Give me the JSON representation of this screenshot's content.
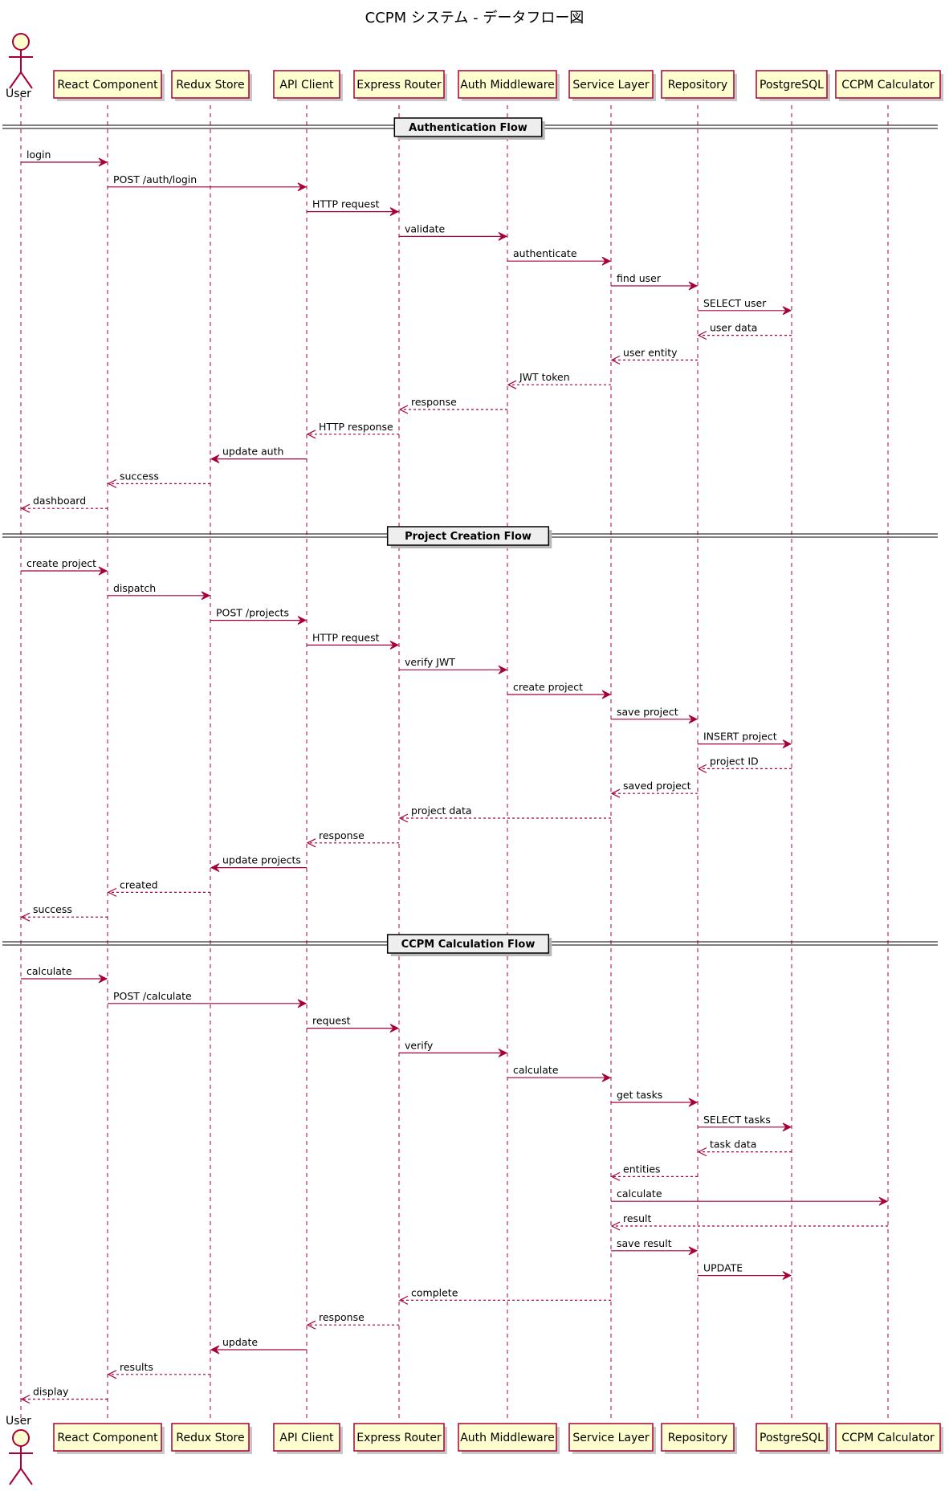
{
  "title": "CCPM システム - データフロー図",
  "participants": [
    {
      "id": "user",
      "label": "User",
      "kind": "actor"
    },
    {
      "id": "react",
      "label": "React Component",
      "kind": "box"
    },
    {
      "id": "redux",
      "label": "Redux Store",
      "kind": "box"
    },
    {
      "id": "api",
      "label": "API Client",
      "kind": "box"
    },
    {
      "id": "router",
      "label": "Express Router",
      "kind": "box"
    },
    {
      "id": "auth",
      "label": "Auth Middleware",
      "kind": "box"
    },
    {
      "id": "service",
      "label": "Service Layer",
      "kind": "box"
    },
    {
      "id": "repo",
      "label": "Repository",
      "kind": "box"
    },
    {
      "id": "pg",
      "label": "PostgreSQL",
      "kind": "box"
    },
    {
      "id": "calc",
      "label": "CCPM Calculator",
      "kind": "box"
    }
  ],
  "sections": [
    {
      "label": "Authentication Flow",
      "messages": [
        {
          "from": "user",
          "to": "react",
          "label": "login",
          "type": "call"
        },
        {
          "from": "react",
          "to": "api",
          "label": "POST /auth/login",
          "type": "call"
        },
        {
          "from": "api",
          "to": "router",
          "label": "HTTP request",
          "type": "call"
        },
        {
          "from": "router",
          "to": "auth",
          "label": "validate",
          "type": "call"
        },
        {
          "from": "auth",
          "to": "service",
          "label": "authenticate",
          "type": "call"
        },
        {
          "from": "service",
          "to": "repo",
          "label": "find user",
          "type": "call"
        },
        {
          "from": "repo",
          "to": "pg",
          "label": "SELECT user",
          "type": "call"
        },
        {
          "from": "pg",
          "to": "repo",
          "label": "user data",
          "type": "return"
        },
        {
          "from": "repo",
          "to": "service",
          "label": "user entity",
          "type": "return"
        },
        {
          "from": "service",
          "to": "auth",
          "label": "JWT token",
          "type": "return"
        },
        {
          "from": "auth",
          "to": "router",
          "label": "response",
          "type": "return"
        },
        {
          "from": "router",
          "to": "api",
          "label": "HTTP response",
          "type": "return"
        },
        {
          "from": "api",
          "to": "redux",
          "label": "update auth",
          "type": "call"
        },
        {
          "from": "redux",
          "to": "react",
          "label": "success",
          "type": "return"
        },
        {
          "from": "react",
          "to": "user",
          "label": "dashboard",
          "type": "return"
        }
      ]
    },
    {
      "label": "Project Creation Flow",
      "messages": [
        {
          "from": "user",
          "to": "react",
          "label": "create project",
          "type": "call"
        },
        {
          "from": "react",
          "to": "redux",
          "label": "dispatch",
          "type": "call"
        },
        {
          "from": "redux",
          "to": "api",
          "label": "POST /projects",
          "type": "call"
        },
        {
          "from": "api",
          "to": "router",
          "label": "HTTP request",
          "type": "call"
        },
        {
          "from": "router",
          "to": "auth",
          "label": "verify JWT",
          "type": "call"
        },
        {
          "from": "auth",
          "to": "service",
          "label": "create project",
          "type": "call"
        },
        {
          "from": "service",
          "to": "repo",
          "label": "save project",
          "type": "call"
        },
        {
          "from": "repo",
          "to": "pg",
          "label": "INSERT project",
          "type": "call"
        },
        {
          "from": "pg",
          "to": "repo",
          "label": "project ID",
          "type": "return"
        },
        {
          "from": "repo",
          "to": "service",
          "label": "saved project",
          "type": "return"
        },
        {
          "from": "service",
          "to": "router",
          "label": "project data",
          "type": "return"
        },
        {
          "from": "router",
          "to": "api",
          "label": "response",
          "type": "return"
        },
        {
          "from": "api",
          "to": "redux",
          "label": "update projects",
          "type": "call"
        },
        {
          "from": "redux",
          "to": "react",
          "label": "created",
          "type": "return"
        },
        {
          "from": "react",
          "to": "user",
          "label": "success",
          "type": "return"
        }
      ]
    },
    {
      "label": "CCPM Calculation Flow",
      "messages": [
        {
          "from": "user",
          "to": "react",
          "label": "calculate",
          "type": "call"
        },
        {
          "from": "react",
          "to": "api",
          "label": "POST /calculate",
          "type": "call"
        },
        {
          "from": "api",
          "to": "router",
          "label": "request",
          "type": "call"
        },
        {
          "from": "router",
          "to": "auth",
          "label": "verify",
          "type": "call"
        },
        {
          "from": "auth",
          "to": "service",
          "label": "calculate",
          "type": "call"
        },
        {
          "from": "service",
          "to": "repo",
          "label": "get tasks",
          "type": "call"
        },
        {
          "from": "repo",
          "to": "pg",
          "label": "SELECT tasks",
          "type": "call"
        },
        {
          "from": "pg",
          "to": "repo",
          "label": "task data",
          "type": "return"
        },
        {
          "from": "repo",
          "to": "service",
          "label": "entities",
          "type": "return"
        },
        {
          "from": "service",
          "to": "calc",
          "label": "calculate",
          "type": "call"
        },
        {
          "from": "calc",
          "to": "service",
          "label": "result",
          "type": "return"
        },
        {
          "from": "service",
          "to": "repo",
          "label": "save result",
          "type": "call"
        },
        {
          "from": "repo",
          "to": "pg",
          "label": "UPDATE",
          "type": "call"
        },
        {
          "from": "service",
          "to": "router",
          "label": "complete",
          "type": "return"
        },
        {
          "from": "router",
          "to": "api",
          "label": "response",
          "type": "return"
        },
        {
          "from": "api",
          "to": "redux",
          "label": "update",
          "type": "call"
        },
        {
          "from": "redux",
          "to": "react",
          "label": "results",
          "type": "return"
        },
        {
          "from": "react",
          "to": "user",
          "label": "display",
          "type": "return"
        }
      ]
    }
  ],
  "colors": {
    "line": "#A80036",
    "participant_fill": "#FEFECE",
    "divider_fill": "#EEEEEE"
  }
}
